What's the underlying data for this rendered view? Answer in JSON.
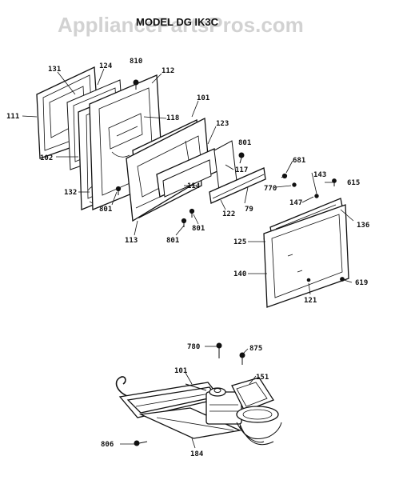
{
  "watermark": "AppliancePartsPros.com",
  "model_text": "MODEL DG IK3C",
  "upper_assembly_labels": {
    "l131": "131",
    "l124": "124",
    "l810": "810",
    "l112": "112",
    "l111": "111",
    "l118": "118",
    "l101": "101",
    "l102": "102",
    "l123": "123",
    "l801a": "801",
    "l132": "132",
    "l117": "117",
    "l681": "681",
    "l143": "143",
    "l615": "615",
    "l114": "114",
    "l770": "770",
    "l147": "147",
    "l801b": "801",
    "l122": "122",
    "l79": "79",
    "l136": "136",
    "l113": "113",
    "l801c": "801",
    "l801d": "801",
    "l125": "125",
    "l140": "140",
    "l619": "619",
    "l121": "121"
  },
  "lower_assembly_labels": {
    "l780": "780",
    "l875": "875",
    "l101": "101",
    "l151": "151",
    "l806": "806",
    "l184": "184"
  }
}
